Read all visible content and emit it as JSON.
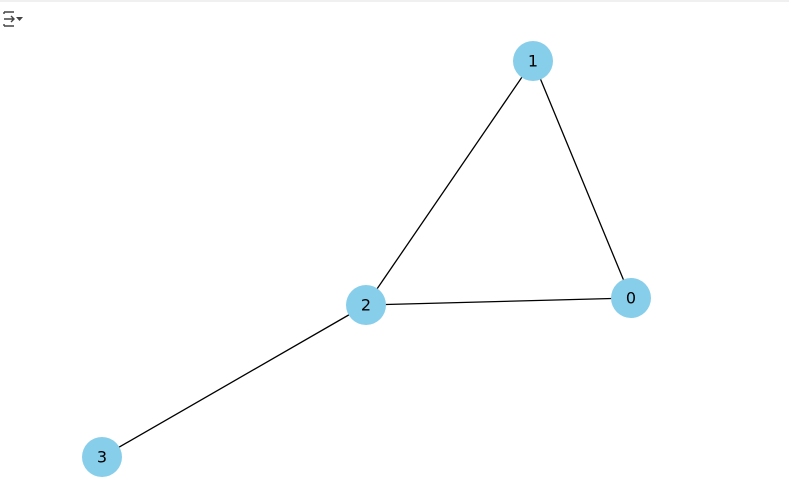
{
  "toolbar": {
    "output_toggle_icon": "output-collapse-icon"
  },
  "graph": {
    "node_color": "#87ceeb",
    "edge_color": "#000000",
    "nodes": [
      {
        "id": "0",
        "label": "0"
      },
      {
        "id": "1",
        "label": "1"
      },
      {
        "id": "2",
        "label": "2"
      },
      {
        "id": "3",
        "label": "3"
      }
    ],
    "edges": [
      {
        "source": "0",
        "target": "1"
      },
      {
        "source": "0",
        "target": "2"
      },
      {
        "source": "1",
        "target": "2"
      },
      {
        "source": "2",
        "target": "3"
      }
    ]
  }
}
